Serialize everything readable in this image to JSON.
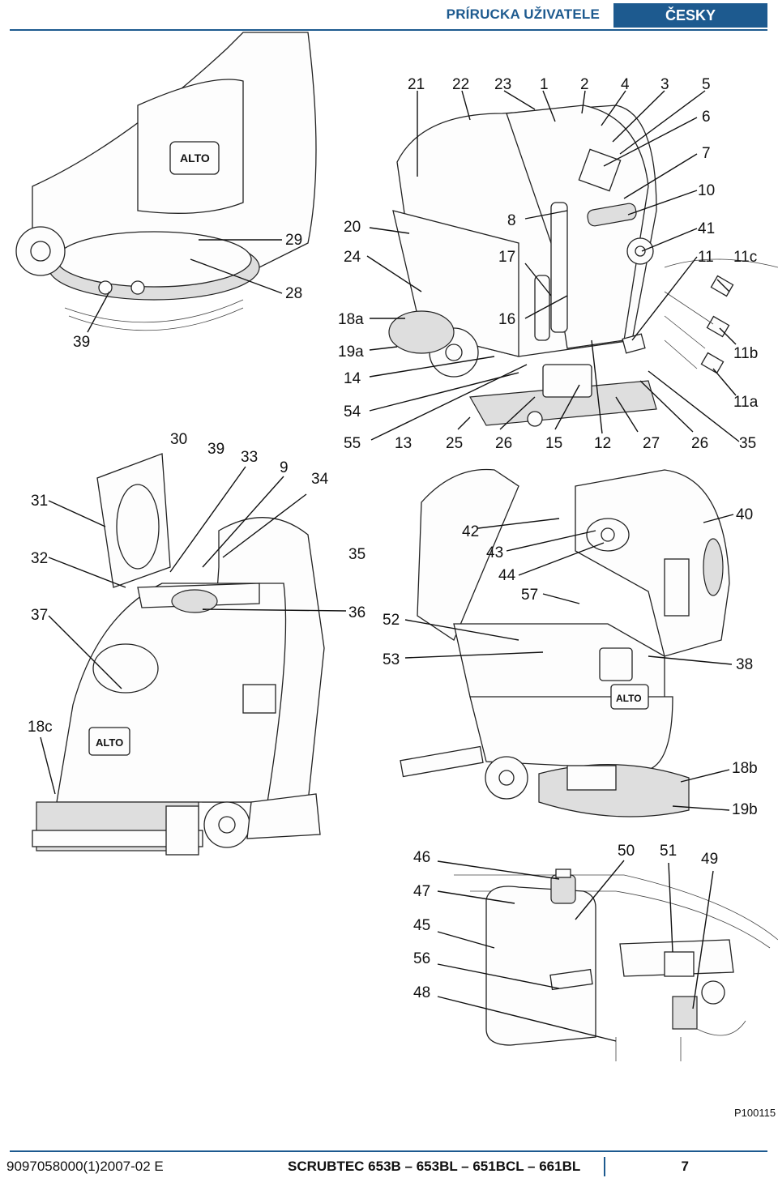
{
  "header": {
    "title": "PRÍRUCKA UŽIVATELE",
    "language": "ČESKY"
  },
  "callouts": {
    "top_right": [
      "21",
      "22",
      "23",
      "1",
      "2",
      "4",
      "3",
      "5",
      "6",
      "7",
      "10",
      "8",
      "41",
      "20",
      "24",
      "17",
      "11",
      "11c",
      "18a",
      "16",
      "19a",
      "11b",
      "14",
      "11a",
      "54",
      "55",
      "13",
      "25",
      "26",
      "15",
      "12",
      "27",
      "26",
      "35"
    ],
    "top_left": [
      "29",
      "28",
      "39"
    ],
    "mid_left": [
      "30",
      "39",
      "33",
      "9",
      "34",
      "31",
      "32",
      "35",
      "37",
      "36",
      "18c"
    ],
    "mid_right": [
      "42",
      "43",
      "44",
      "57",
      "40",
      "52",
      "53",
      "38",
      "18b",
      "19b"
    ],
    "bottom_right": [
      "46",
      "50",
      "51",
      "49",
      "47",
      "45",
      "56",
      "48"
    ]
  },
  "picture_code": "P100115",
  "footer": {
    "doc_code": "9097058000(1)2007-02 E",
    "model": "SCRUBTEC 653B – 653BL – 651BCL – 661BL",
    "page": "7"
  },
  "colors": {
    "brand_blue": "#1d5a8f"
  }
}
